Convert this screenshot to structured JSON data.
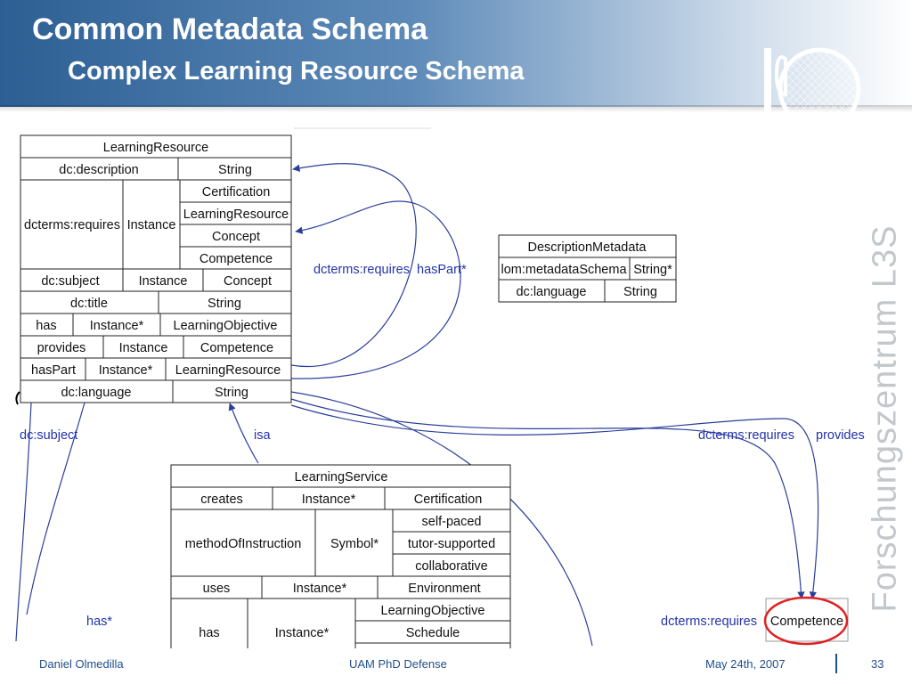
{
  "slide": {
    "title": "Common Metadata Schema",
    "subtitle": "Complex Learning Resource Schema",
    "side_text": "Forschungszentrum L3S"
  },
  "diagram": {
    "learning_resource": {
      "header": "LearningResource",
      "description_prop": "dc:description",
      "description_type": "String",
      "requires_prop": "dcterms:requires",
      "requires_type": "Instance",
      "requires_targets": [
        "Certification",
        "LearningResource",
        "Concept",
        "Competence"
      ],
      "subject_prop": "dc:subject",
      "subject_type": "Instance",
      "subject_target": "Concept",
      "title_prop": "dc:title",
      "title_type": "String",
      "has_prop": "has",
      "has_type": "Instance*",
      "has_target": "LearningObjective",
      "provides_prop": "provides",
      "provides_type": "Instance",
      "provides_target": "Competence",
      "haspart_prop": "hasPart",
      "haspart_type": "Instance*",
      "haspart_target": "LearningResource",
      "language_prop": "dc:language",
      "language_type": "String"
    },
    "description_metadata": {
      "header": "DescriptionMetadata",
      "schema_prop": "lom:metadataSchema",
      "schema_type": "String*",
      "language_prop": "dc:language",
      "language_type": "String"
    },
    "learning_service": {
      "header": "LearningService",
      "creates_prop": "creates",
      "creates_type": "Instance*",
      "creates_target": "Certification",
      "method_prop": "methodOfInstruction",
      "method_type": "Symbol*",
      "method_values": [
        "self-paced",
        "tutor-supported",
        "collaborative"
      ],
      "uses_prop": "uses",
      "uses_type": "Instance*",
      "uses_target": "Environment",
      "has_prop": "has",
      "has_type": "Instance*",
      "has_targets": [
        "LearningObjective",
        "Schedule"
      ]
    },
    "competence_box": "Competence",
    "edge_labels": {
      "dcterms_requires_loop": "dcterms:requires",
      "haspart_loop": "hasPart*",
      "dc_subject": "dc:subject",
      "isa": "isa",
      "dcterms_requires_right": "dcterms:requires",
      "provides_right": "provides",
      "dcterms_requires_bottom": "dcterms:requires",
      "has_star": "has*"
    },
    "highlight_color": "#e02020",
    "edge_label_color": "#2233aa",
    "edge_color": "#2a3f9a"
  },
  "footer": {
    "author": "Daniel Olmedilla",
    "event": "UAM PhD Defense",
    "date": "May 24th, 2007",
    "page": "33"
  }
}
